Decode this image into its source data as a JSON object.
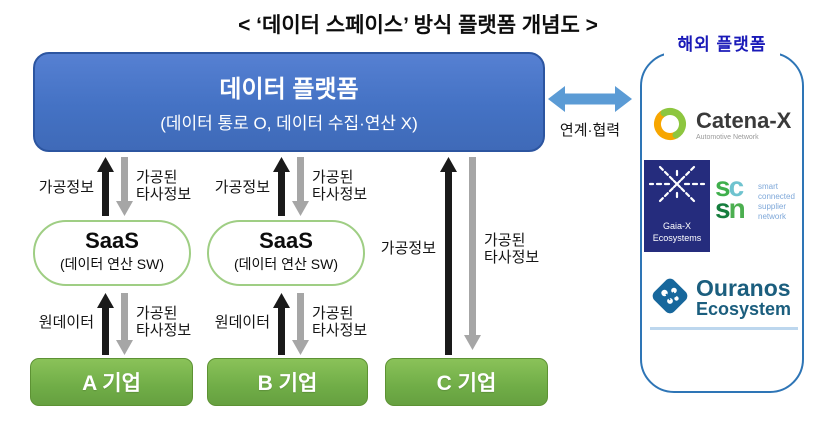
{
  "title": "< ‘데이터 스페이스’ 방식 플랫폼 개념도 >",
  "platform": {
    "title": "데이터 플랫폼",
    "subtitle": "(데이터 통로 O, 데이터 수집·연산 X)"
  },
  "flow_labels": {
    "processed_info": "가공정보",
    "processed_third_party": "가공된\n타사정보",
    "raw_data": "원데이터"
  },
  "saas": {
    "title": "SaaS",
    "subtitle": "(데이터 연산 SW)"
  },
  "companies": [
    {
      "label": "A 기업"
    },
    {
      "label": "B 기업"
    },
    {
      "label": "C 기업"
    }
  ],
  "cooperation_label": "연계·협력",
  "overseas": {
    "title": "해외 플랫폼",
    "catena": {
      "name": "Catena-X",
      "subtitle": "Automotive Network"
    },
    "gaia": {
      "line1": "Gaia-X",
      "line2": "Ecosystems"
    },
    "scsn": {
      "s1": "s",
      "c1": "c",
      "s2": "s",
      "n2": "n",
      "tagline": "smart\nconnected\nsupplier\nnetwork"
    },
    "ouranos": {
      "name": "Ouranos",
      "subtitle": "Ecosystem"
    }
  },
  "colors": {
    "platform_blue": "#4472C4",
    "platform_border": "#2C55A0",
    "company_green": "#70AD47",
    "arrow_black": "#1A1A1A",
    "arrow_gray": "#A6A6A6",
    "link_arrow_blue": "#5B9BD5",
    "saas_border_green": "#9FCE84",
    "overseas_border": "#2E75B6",
    "overseas_title_blue": "#1A1AB8",
    "catena_orange": "#F7A600",
    "catena_green": "#8DC63F",
    "gaia_navy": "#252C7D",
    "ouranos_teal": "#1B5E7E",
    "divider_light_blue": "#BDD7EE"
  }
}
